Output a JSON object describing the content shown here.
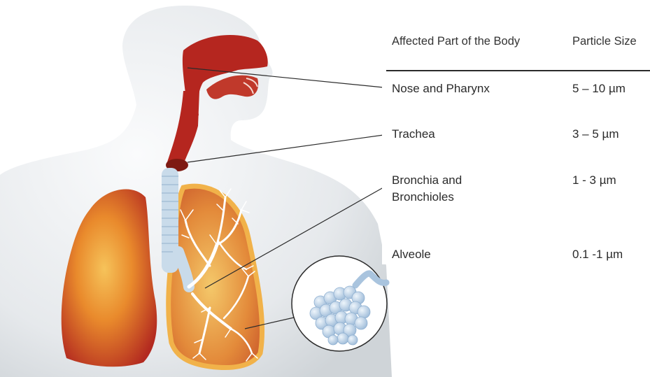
{
  "table": {
    "headers": [
      "Affected Part of the Body",
      "Particle Size"
    ],
    "rows": [
      {
        "part": "Nose and Pharynx",
        "size": "5 – 10 µm"
      },
      {
        "part": "Trachea",
        "size": "3 – 5 µm"
      },
      {
        "part_line1": "Bronchia and",
        "part_line2": "Bronchioles",
        "size": "1 - 3 µm"
      },
      {
        "part": "Alveole",
        "size": "0.1 -1 µm"
      }
    ]
  },
  "colors": {
    "body_skin": "#e9ecee",
    "airway": "#b5261f",
    "lung_left_core": "#f2a334",
    "lung_left_edge": "#b92c21",
    "lung_right_fill": "#e8973e",
    "lung_border": "#f1b24a",
    "trachea_rings": "#c9dbea",
    "alveoli": "#b8cfe6",
    "leader_line": "#2b2b2b"
  },
  "icons": [
    "human-torso-illustration",
    "lungs-illustration",
    "bronchial-tree-illustration",
    "alveoli-magnifier"
  ]
}
